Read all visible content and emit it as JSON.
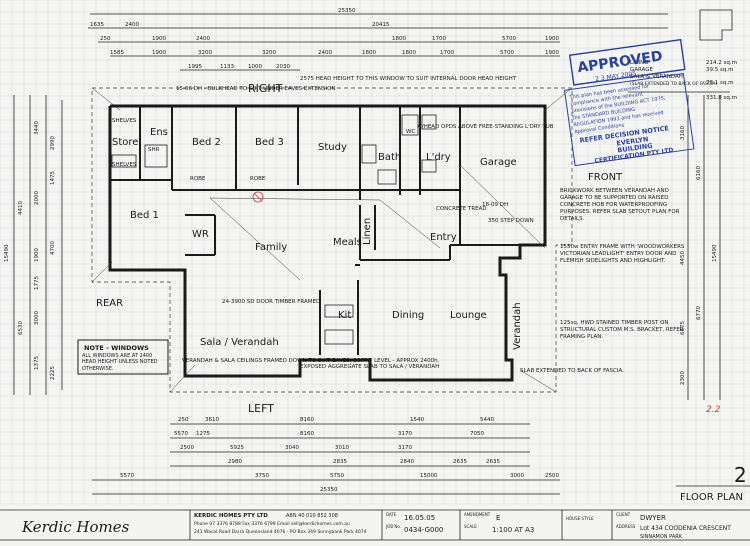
{
  "rooms": {
    "store": "Store",
    "ens": "Ens",
    "bed2": "Bed 2",
    "bed3": "Bed 3",
    "study": "Study",
    "bath": "Bath",
    "ldry": "L'dry",
    "garage": "Garage",
    "bed1": "Bed 1",
    "wr": "WR",
    "family": "Family",
    "meals": "Meals",
    "linen": "Linen",
    "entry": "Entry",
    "kit": "Kit",
    "dining": "Dining",
    "lounge": "Lounge",
    "verandah": "Verandah",
    "sala": "Sala / Verandah",
    "shelves": "SHELVES",
    "shr": "SHR",
    "wc": "WC",
    "robe": "ROBE"
  },
  "sides": {
    "right": "RIGHT",
    "left": "LEFT",
    "rear": "REAR",
    "front": "FRONT"
  },
  "top_dims": {
    "overall": "25350",
    "row1": [
      "1635",
      "2400",
      "20415"
    ],
    "row2": [
      "250",
      "1900",
      "2400",
      "1800",
      "1700",
      "5700",
      "1900"
    ],
    "row3": [
      "1585",
      "1900",
      "3200",
      "3200",
      "2400",
      "1800",
      "1800",
      "1700",
      "5700",
      "1900"
    ],
    "row4": [
      "1995",
      "1133",
      "1000",
      "2030"
    ]
  },
  "bottom_dims": {
    "row1": [
      "250",
      "3610",
      "8160",
      "1540",
      "5440"
    ],
    "row2": [
      "5570",
      "1275",
      "8160",
      "3170",
      "7050"
    ],
    "row3": [
      "2500",
      "5925",
      "3040",
      "3010",
      "3170"
    ],
    "row4": [
      "2980",
      "2835",
      "2840",
      "2635",
      "2635"
    ],
    "row5": [
      "5570",
      "3750",
      "5750",
      "15000",
      "3000",
      "2500"
    ],
    "overall": "25350"
  },
  "left_dims": [
    "3440",
    "2990",
    "1475",
    "2000",
    "4410",
    "4700",
    "15490",
    "1900",
    "1775",
    "3000",
    "6530",
    "1375",
    "2225"
  ],
  "right_dims": [
    "3160",
    "6160",
    "15490",
    "4450",
    "6770",
    "6675",
    "2300"
  ],
  "notes": {
    "ceiling_height": "2575 HEAD HEIGHT TO THIS WINDOW TO SUIT INTERNAL DOOR HEAD HEIGHT",
    "bulkhead": "15-06 DH - BULKHEAD TO SUIT UNDER EAVES EXTENSION",
    "ext_door": "18-09 DH",
    "free_standing": "C/HEAD OPDS ABOVE FREE-STANDING L'DRY TUB",
    "brickwork": "BRICKWORK BETWEEN VERANDAH AND GARAGE TO BE SUPPORTED ON RAISED CONCRETE HOB FOR WATERPROOFING PURPOSES. REFER SLAB SETOUT PLAN FOR DETAILS.",
    "entry_frame": "1550w ENTRY FRAME WITH 'WOODWORKERS VICTORIAN LEADLIGHT' ENTRY DOOR AND FLEMISH SIDELIGHTS AND HIGHLIGHT.",
    "timber_post": "125sq. HWD STAINED TIMBER POST ON STRUCTURAL CUSTOM M.S. BRACKET, REFER FRAMING PLAN.",
    "slab_back": "SLAB EXTENDED TO BACK OF FASCIA.",
    "sala_ceiling": "VERANDAH & SALA CEILINGS FRAMED DOWN TO SUIT EAVES. SOFFIT LEVEL - APPROX 2400h.",
    "aggregate": "EXPOSED AGGREGATE SLAB TO SALA / VERANDAH",
    "sd": "24-3900 SD DOOR TIMBER FRAMED",
    "step": "350 STEP DOWN",
    "conc_tread": "CONCRETE TREAD",
    "windows_title": "NOTE - WINDOWS",
    "windows_body": "ALL WINDOWS ARE AT 2400 HEAD HEIGHT UNLESS NOTED OTHERWISE."
  },
  "area_table": [
    {
      "label": "LIVING",
      "value": "214.2 sq.m"
    },
    {
      "label": "GARAGE",
      "value": "39.5 sq.m"
    },
    {
      "label": "SALA & VERANDAH",
      "value": "78.1 sq.m"
    },
    {
      "label": "(SLAB EXTENDED TO BACK OF FASCIA)",
      "value": ""
    },
    {
      "label": "",
      "value": "331.8 sq.m"
    }
  ],
  "stamp": {
    "approved": "APPROVED",
    "date": "2 3 MAY 2005",
    "lines": [
      "This plan has been assessed for",
      "compliance with the relevant",
      "provisions of the BUILDING ACT 1975,",
      "the STANDARD BUILDING",
      "REGULATION 1993 and has received",
      "Approval Conditions"
    ],
    "refer": "REFER DECISION NOTICE",
    "everlyn": "EVERLYN",
    "building": "BUILDING",
    "cert": "CERTIFICATION PTY LTD"
  },
  "sheet": {
    "number": "2",
    "title": "FLOOR PLAN",
    "revision_mark": "2.2"
  },
  "title_block": {
    "logo": "Kerdic Homes",
    "company": "KERDIC HOMES PTY LTD",
    "abn": "ABN 40 010 852 308",
    "phone": "Phone 07 3376 8788  Fax 3376 6799  Email sell@kerdichomes.com.au",
    "address": "241 Wacol Road Darra Queensland 4076 - PO Box 349 Sunnybank Park 4074",
    "date_label": "DATE",
    "date": "16.05.05",
    "job_label": "JOB No.",
    "job": "0434-G000",
    "amendment_label": "AMENDMENT",
    "amendment": "E",
    "scale_label": "SCALE",
    "scale": "1:100 AT A3",
    "house_style_label": "HOUSE STYLE",
    "client_label": "CLIENT",
    "client": "DWYER",
    "address_label": "ADDRESS",
    "site": "Lot 434 COODENIA CRESCENT",
    "suburb": "SINNAMON PARK"
  },
  "colors": {
    "ink": "#1a1a1a",
    "stamp": "#2a3f9a",
    "revision": "#c43a3a",
    "paper": "#f4f5f3"
  }
}
